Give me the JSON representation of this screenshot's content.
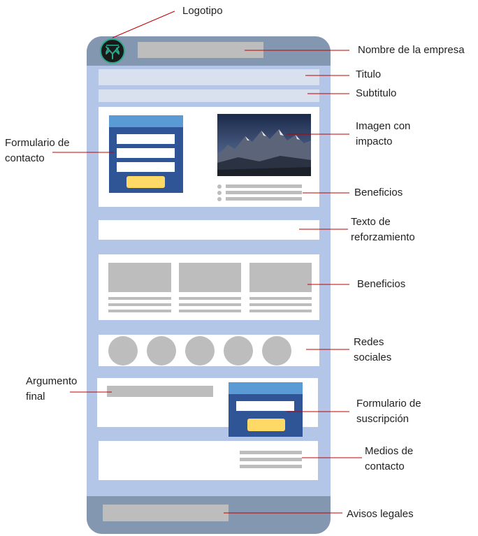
{
  "labels": {
    "logotipo": "Logotipo",
    "nombre_empresa": "Nombre de la empresa",
    "titulo": "Titulo",
    "subtitulo": "Subtitulo",
    "formulario_contacto": "Formulario de contacto",
    "imagen_impacto": "Imagen con impacto",
    "beneficios_1": "Beneficios",
    "texto_reforzamiento": "Texto de reforzamiento",
    "beneficios_2": "Beneficios",
    "redes_sociales": "Redes sociales",
    "argumento_final": "Argumento final",
    "formulario_suscripcion": "Formulario de suscripción",
    "medios_contacto": "Medios de contacto",
    "avisos_legales": "Avisos legales"
  },
  "colors": {
    "frame": "#b4c6e7",
    "header_footer": "#8497b0",
    "section": "#ffffff",
    "title_bar": "#dae1ee",
    "placeholder": "#bdbdbd",
    "form_body": "#2f5597",
    "form_header": "#5b9bd5",
    "form_button": "#ffd966",
    "leader_line": "#c00000",
    "logo_bg": "#1a1a1a",
    "logo_ring": "#29a98b"
  },
  "icons": {
    "logo": "tree-logo-icon",
    "image": "mountain-landscape-icon",
    "social": "circle-placeholder-icon"
  }
}
